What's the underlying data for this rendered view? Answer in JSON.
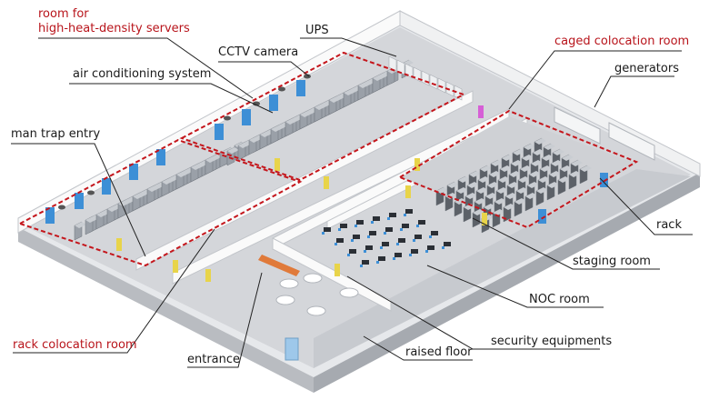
{
  "labels": {
    "high_heat_room": [
      "room for",
      "high-heat-density servers"
    ],
    "cctv": "CCTV camera",
    "ups": "UPS",
    "caged_room": "caged colocation room",
    "generators": "generators",
    "air_conditioning": "air conditioning system",
    "man_trap": "man trap entry",
    "rack": "rack",
    "staging_room": "staging room",
    "noc_room": "NOC room",
    "security": "security equipments",
    "raised_floor": "raised floor",
    "rack_colocation": "rack colocation room",
    "entrance": "entrance"
  },
  "colors": {
    "zone_outline": "#c4161c",
    "label_text_red": "#b8141b",
    "label_text": "#1a1a1a",
    "floor": "#d4d6da",
    "wall_top": "#fafafa",
    "wall_side": "#c2c5ca",
    "server_rack": "#9aa0a8",
    "ac_unit": "#3d8fd6",
    "door": "#e8d44a",
    "security_desk": "#e07a3a",
    "entrance_door": "#9ec8ea",
    "ups_cabinet": "#eef0f2",
    "caged_rack": "#5c6168"
  },
  "icons": [
    "cctv-camera-icon",
    "air-conditioning-unit-icon",
    "server-rack-icon",
    "door-icon",
    "table-icon",
    "workstation-icon"
  ]
}
